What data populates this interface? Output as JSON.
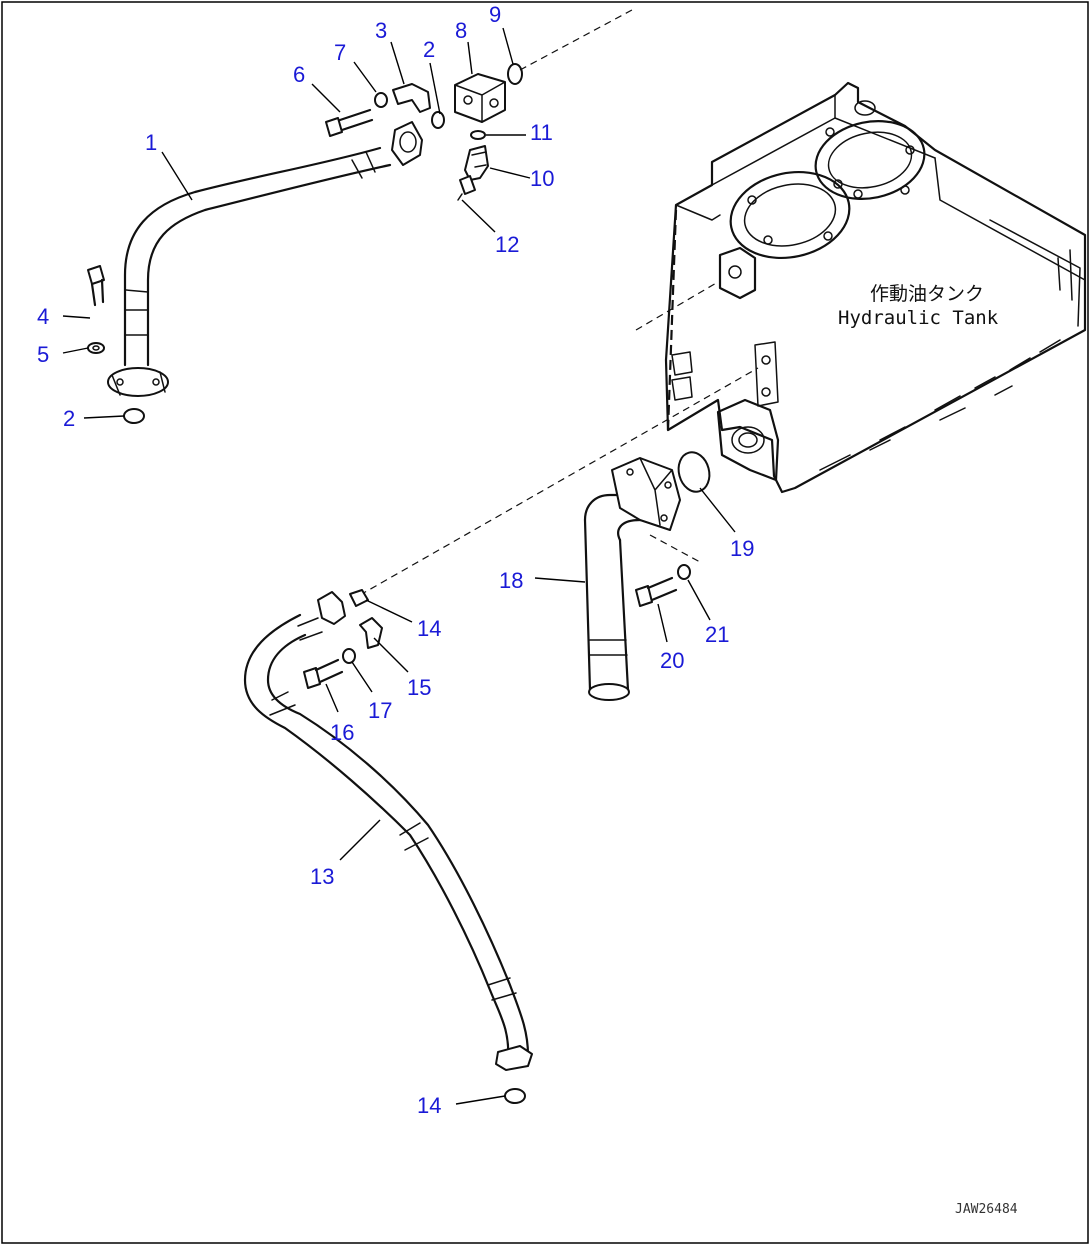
{
  "drawing": {
    "tank_label_jp": "作動油タンク",
    "tank_label_en": "Hydraulic Tank",
    "drawing_code": "JAW26484"
  },
  "callouts": {
    "c1": "1",
    "c2a": "2",
    "c2b": "2",
    "c3": "3",
    "c4": "4",
    "c5": "5",
    "c6": "6",
    "c7": "7",
    "c8": "8",
    "c9": "9",
    "c10": "10",
    "c11": "11",
    "c12": "12",
    "c13": "13",
    "c14a": "14",
    "c14b": "14",
    "c15": "15",
    "c16": "16",
    "c17": "17",
    "c18": "18",
    "c19": "19",
    "c20": "20",
    "c21": "21"
  },
  "colors": {
    "callout": "#1a1ad6",
    "line": "#111111"
  }
}
